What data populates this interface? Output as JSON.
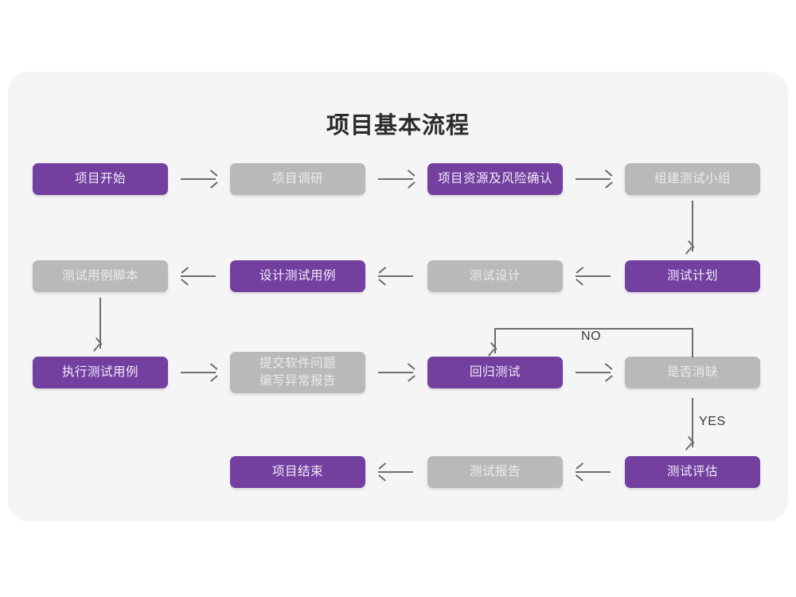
{
  "page": {
    "title": "项目基本流程",
    "background_color": "#ffffff",
    "card_color": "#f5f5f6"
  },
  "colors": {
    "purple": "#7340a0",
    "gray": "#b9b9b9",
    "line": "#6e6e6e",
    "title_text": "#2b2b2b"
  },
  "nodes": [
    {
      "id": "n1",
      "label": "项目开始",
      "style": "purple"
    },
    {
      "id": "n2",
      "label": "项目调研",
      "style": "gray"
    },
    {
      "id": "n3",
      "label": "项目资源及风险确认",
      "style": "purple"
    },
    {
      "id": "n4",
      "label": "组建测试小组",
      "style": "gray"
    },
    {
      "id": "n5",
      "label": "测试用例脚本",
      "style": "gray"
    },
    {
      "id": "n6",
      "label": "设计测试用例",
      "style": "purple"
    },
    {
      "id": "n7",
      "label": "测试设计",
      "style": "gray"
    },
    {
      "id": "n8",
      "label": "测试计划",
      "style": "purple"
    },
    {
      "id": "n9",
      "label": "执行测试用例",
      "style": "purple"
    },
    {
      "id": "n10",
      "label": "提交软件问题\n编写异常报告",
      "style": "gray"
    },
    {
      "id": "n11",
      "label": "回归测试",
      "style": "purple"
    },
    {
      "id": "n12",
      "label": "是否消缺",
      "style": "gray"
    },
    {
      "id": "n13",
      "label": "项目结束",
      "style": "purple"
    },
    {
      "id": "n14",
      "label": "测试报告",
      "style": "gray"
    },
    {
      "id": "n15",
      "label": "测试评估",
      "style": "purple"
    }
  ],
  "edge_labels": {
    "no": "NO",
    "yes": "YES"
  }
}
